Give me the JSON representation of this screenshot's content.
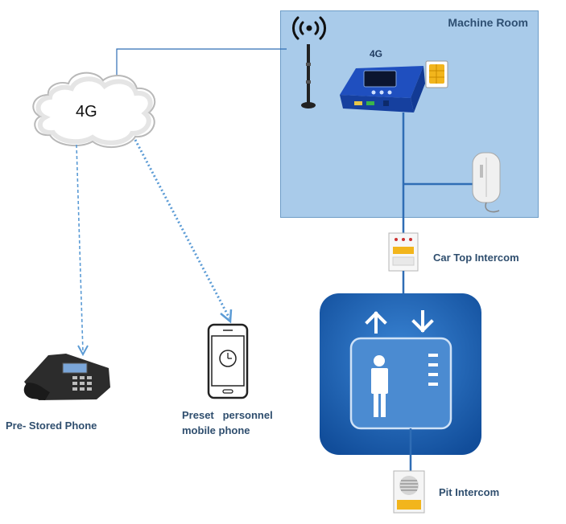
{
  "machine_room": {
    "title": "Machine Room",
    "module_tag": "4G"
  },
  "cloud": {
    "label": "4G"
  },
  "labels": {
    "pre_stored_phone": "Pre- Stored Phone",
    "mobile_line1": "Preset   personnel",
    "mobile_line2": "mobile phone",
    "car_top": "Car Top Intercom",
    "pit": "Pit Intercom"
  },
  "colors": {
    "room_bg": "#a9cbea",
    "link_line": "#2f6db5",
    "dashed_link": "#5b9bd5",
    "elevator": "#1f63b0",
    "label_text": "#2f4e6e"
  },
  "icons": [
    "wifi-signal-icon",
    "antenna-icon",
    "gsm-module-icon",
    "sim-card-icon",
    "machine-room-intercom-icon",
    "car-top-intercom-icon",
    "elevator-icon",
    "up-arrow-icon",
    "down-arrow-icon",
    "person-icon",
    "desk-phone-icon",
    "mobile-phone-icon",
    "pit-intercom-icon",
    "cloud-icon"
  ]
}
